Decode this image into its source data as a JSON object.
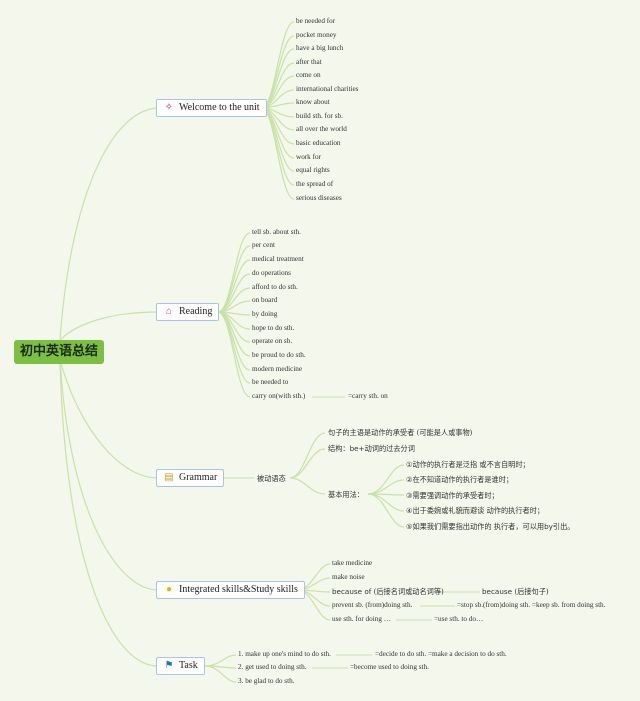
{
  "root": {
    "label": "初中英语总结"
  },
  "icons": {
    "welcome": "magic-wand-icon",
    "reading": "house-icon",
    "grammar": "scroll-icon",
    "integrated": "lightbulb-icon",
    "task": "flag-icon"
  },
  "colors": {
    "root_bg": "#7cc043",
    "connector": "#c9e2a7",
    "branch_border": "#a8c6e0",
    "background": "#f3f7ec"
  },
  "branches": {
    "welcome": {
      "label": "Welcome to the unit",
      "items": [
        "be needed for",
        "pocket money",
        "have a big lunch",
        "after that",
        "come on",
        "international charities",
        "know about",
        "build sth. for sb.",
        "all over the world",
        "basic education",
        "work for",
        "equal rights",
        "the spread of",
        "serious diseases"
      ]
    },
    "reading": {
      "label": "Reading",
      "items": [
        "tell sb. about sth.",
        "per cent",
        "medical treatment",
        "do operations",
        "afford to do sth.",
        "on board",
        "by doing",
        "hope to do sth.",
        "operate on sb.",
        "be proud to do sth.",
        "modern medicine",
        "be needed to",
        "carry on(with sth.)"
      ],
      "carry_on_note": "=carry sth. on"
    },
    "grammar": {
      "label": "Grammar",
      "sub": "被动语态",
      "items": [
        "句子的主语是动作的承受者 (可能是人或事物)",
        "结构：be+动词的过去分词"
      ],
      "usage_label": "基本用法：",
      "usage": [
        "①动作的执行者是泛指 或不言自明时；",
        "②在不知道动作的执行者是谁时；",
        "③需要强调动作的承受者时；",
        "④出于委婉或礼貌而避谈 动作的执行者时；",
        "⑤如果我们需要指出动作的 执行者，可以用by引出。"
      ]
    },
    "integrated": {
      "label": "Integrated skills&Study skills",
      "items": [
        "take medicine",
        "make noise",
        "because of (后接名词或动名词等)",
        "prevent sb. (from)doing sth.",
        "use sth. for doing …"
      ],
      "because_note": "because (后接句子)",
      "prevent_note": "=stop sb.(from)doing sth. =keep sb. from doing sth.",
      "use_note": "=use sth. to do…"
    },
    "task": {
      "label": "Task",
      "items": [
        "1. make up one's mind to do sth.",
        "2. get used to doing sth.",
        "3. be glad to do sth."
      ],
      "mind_note": "=decide to do sth. =make a decision to do sth.",
      "used_note": "=become used to doing sth."
    }
  }
}
